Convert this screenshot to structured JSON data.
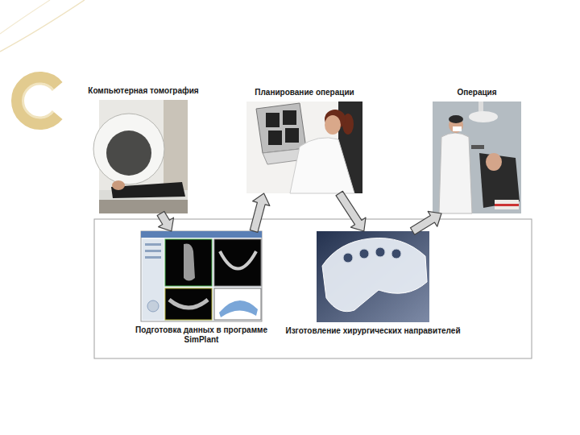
{
  "diagram": {
    "nodes": [
      {
        "text": [
          "Компьютерная томография"
        ]
      },
      {
        "text": [
          "Планирование операции"
        ]
      },
      {
        "text": [
          "Операция"
        ]
      },
      {
        "text": [
          "Подготовка данных в программе SimPlant"
        ]
      },
      {
        "text": [
          "Изготовление хирургических направителей"
        ]
      }
    ],
    "edges": [
      {
        "from": 0,
        "to": 3,
        "arrow": "to"
      },
      {
        "from": 3,
        "to": 1,
        "arrow": "to"
      },
      {
        "from": 1,
        "to": 4,
        "arrow": "to"
      },
      {
        "from": 4,
        "to": 2,
        "arrow": "to"
      }
    ]
  }
}
